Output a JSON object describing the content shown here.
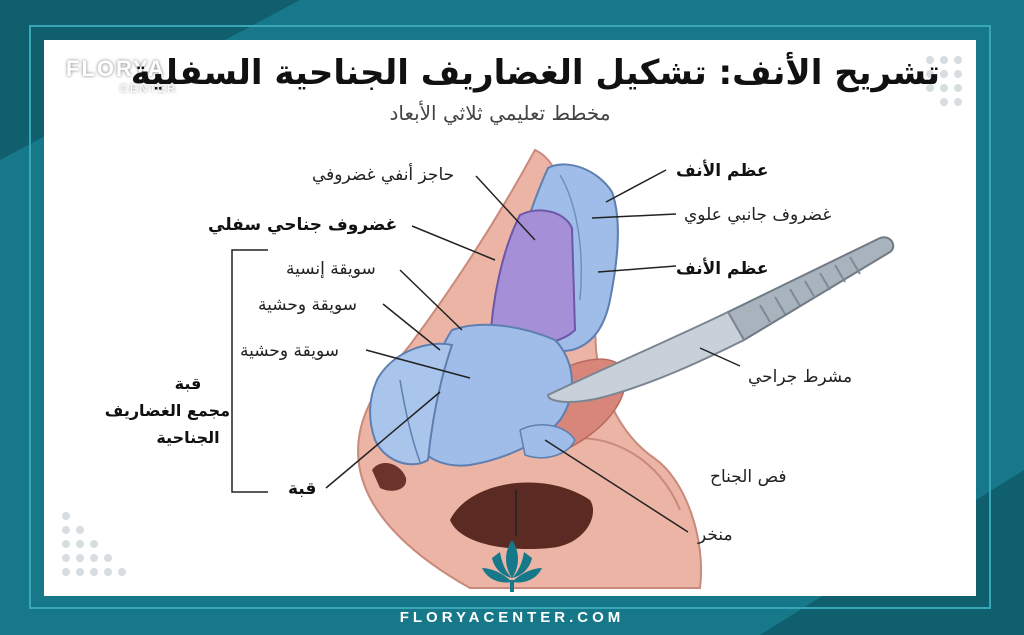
{
  "header": {
    "title": "تشريح الأنف: تشكيل الغضاريف الجناحية السفلية",
    "subtitle": "مخطط تعليمي ثلاثي الأبعاد"
  },
  "brand": {
    "logo_text": "FLORYA",
    "logo_sub": "CENTER",
    "footer_text": "FLORYACENTER.COM"
  },
  "labels": {
    "septal_cartilage": "حاجز أنفي غضروفي",
    "nasal_bone_1": "عظم الأنف",
    "upper_lateral_cartilage": "غضروف جانبي علوي",
    "lower_lateral_cartilage": "غضروف جناحي سفلي",
    "nasal_bone_2": "عظم الأنف",
    "medial_crus": "سويقة إنسية",
    "lateral_crus_1": "سويقة وحشية",
    "lateral_crus_2": "سويقة وحشية",
    "scalpel": "مشرط جراحي",
    "dome": "قبة",
    "alar_lobule": "فص الجناح",
    "nostril": "منخر",
    "group_line_1": "قبة",
    "group_line_2": "مجمع الغضاريف",
    "group_line_3": "الجناحية"
  },
  "colors": {
    "frame": "#17788a",
    "skin": "#ecb4a5",
    "cartilage_blue": "#9fbde8",
    "septum_purple": "#a58fd6",
    "blade": "#c8d0da"
  },
  "icons": [
    "lotus-logo-icon",
    "dot-pattern-icon",
    "scalpel-icon"
  ]
}
